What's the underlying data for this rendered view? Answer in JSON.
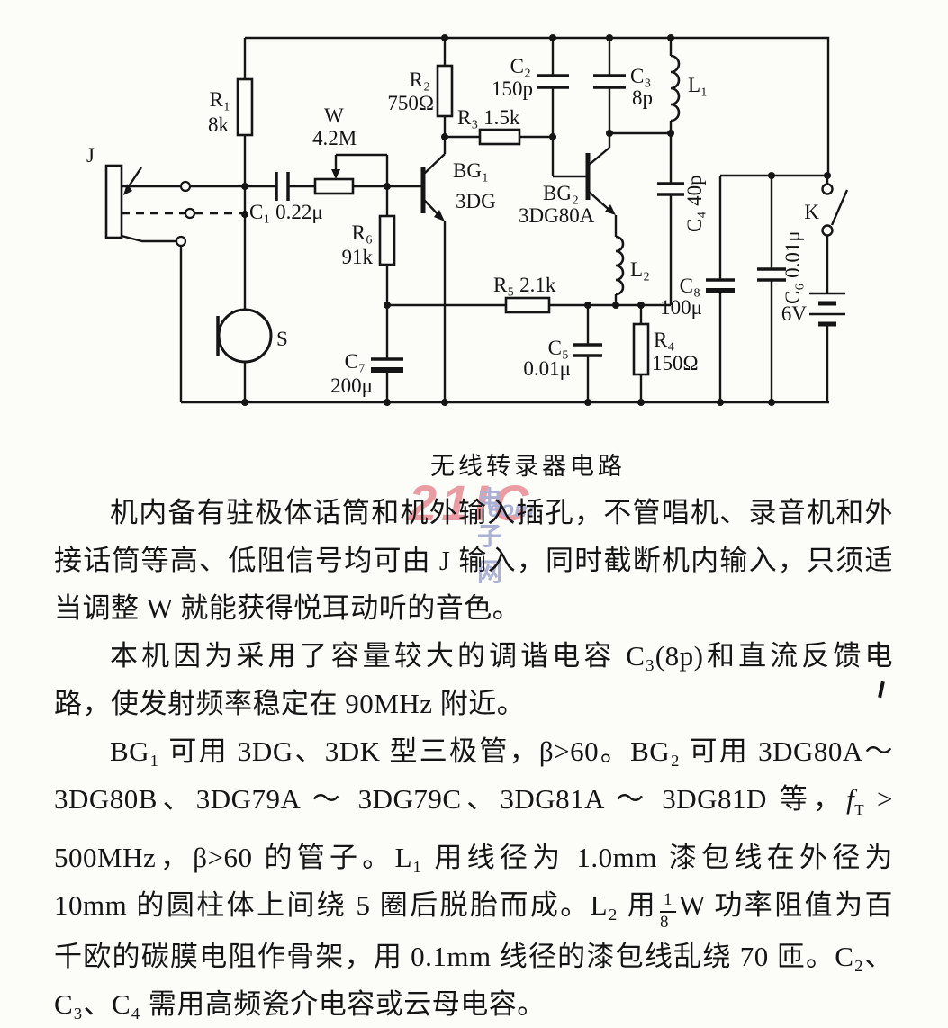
{
  "figure": {
    "caption": "无线转录器电路",
    "labels": {
      "j": "J",
      "r1_name": "R₁",
      "r1_value": "8k",
      "c1": "C₁ 0.22μ",
      "w_name": "W",
      "w_value": "4.2M",
      "r6_name": "R₆",
      "r6_value": "91k",
      "s": "S",
      "c7_name": "C₇",
      "c7_value": "200μ",
      "bg1_name": "BG₁",
      "bg1_type": "3DG",
      "r2_name": "R₂",
      "r2_value": "750Ω",
      "r3": "R₃ 1.5k",
      "c2_name": "C₂",
      "c2_value": "150p",
      "bg2_name": "BG₂",
      "bg2_type": "3DG80A",
      "c3_name": "C₃",
      "c3_value": "8p",
      "l1": "L₁",
      "c4": "C₄ 40p",
      "l2": "L₂",
      "r5": "R₅ 2.1k",
      "c5_name": "C₅",
      "c5_value": "0.01μ",
      "r4_name": "R₄",
      "r4_value": "150Ω",
      "c8_name": "C₈",
      "c8_value": "100μ",
      "c6": "C₆ 0.01μ",
      "k": "K",
      "battery": "6V"
    }
  },
  "watermark": {
    "main": "21IC",
    "cn": "电子网",
    "sub": "com"
  },
  "colors": {
    "ink": "#151515",
    "watermark_pink": "#e0626f",
    "watermark_blue": "#7a83c0",
    "paper": "#fcfcf9"
  },
  "text": {
    "p1_l1": "机内备有驻极体话筒和机外输入插孔，不管唱机、录音机和外",
    "p1_l2": "接话筒等高、低阻信号均可由 J 输入，同时截断机内输入，只须适",
    "p1_l3": "当调整 W 就能获得悦耳动听的音色。",
    "p2_l1": "本机因为采用了容量较大的调谐电容 C₃(8p)和直流反馈电",
    "p2_l2": "路，使发射频率稳定在 90MHz 附近。",
    "p3_l1": "BG₁ 可用 3DG、3DK 型三极管，β>60。BG₂ 可用 3DG80A～",
    "p3_l2_pre": "3DG80B、3DG79A ～ 3DG79C、3DG81A ～ 3DG81D 等，",
    "p3_l2_f": "f",
    "p3_l2_fsub": "T",
    "p3_l2_post": " >",
    "p3_l3": "500MHz，β>60 的管子。L₁ 用线径为 1.0mm 漆包线在外径为",
    "p3_l4_pre": "10mm 的圆柱体上间绕 5 圈后脱胎而成。L₂ 用",
    "p3_l4_num": "1",
    "p3_l4_den": "8",
    "p3_l4_post": "W 功率阻值为百",
    "p3_l5": "千欧的碳膜电阻作骨架，用 0.1mm 线径的漆包线乱绕 70 匝。C₂、",
    "p3_l6": "C₃、C₄ 需用高频瓷介电容或云母电容。"
  }
}
